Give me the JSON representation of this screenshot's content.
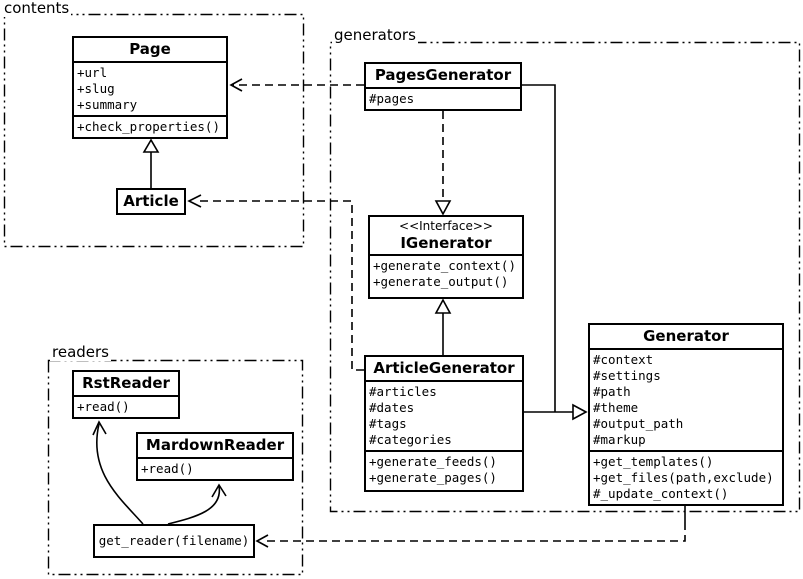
{
  "packages": {
    "contents": {
      "label": "contents"
    },
    "generators": {
      "label": "generators"
    },
    "readers": {
      "label": "readers"
    }
  },
  "classes": {
    "page": {
      "name": "Page",
      "attrs": [
        "+url",
        "+slug",
        "+summary"
      ],
      "methods": [
        "+check_properties()"
      ]
    },
    "article": {
      "name": "Article"
    },
    "pages_generator": {
      "name": "PagesGenerator",
      "attrs": [
        "#pages"
      ]
    },
    "igenerator": {
      "stereotype": "<<Interface>>",
      "name": "IGenerator",
      "methods": [
        "+generate_context()",
        "+generate_output()"
      ]
    },
    "article_generator": {
      "name": "ArticleGenerator",
      "attrs": [
        "#articles",
        "#dates",
        "#tags",
        "#categories"
      ],
      "methods": [
        "+generate_feeds()",
        "+generate_pages()"
      ]
    },
    "generator": {
      "name": "Generator",
      "attrs": [
        "#context",
        "#settings",
        "#path",
        "#theme",
        "#output_path",
        "#markup"
      ],
      "methods": [
        "+get_templates()",
        "+get_files(path,exclude)",
        "#_update_context()"
      ]
    },
    "rst_reader": {
      "name": "RstReader",
      "methods": [
        "+read()"
      ]
    },
    "markdown_reader": {
      "name": "MardownReader",
      "methods": [
        "+read()"
      ]
    },
    "get_reader": {
      "label": "get_reader(filename)"
    }
  },
  "colors": {
    "line": "#000000",
    "background": "#ffffff",
    "box_fill": "#ffffff"
  }
}
